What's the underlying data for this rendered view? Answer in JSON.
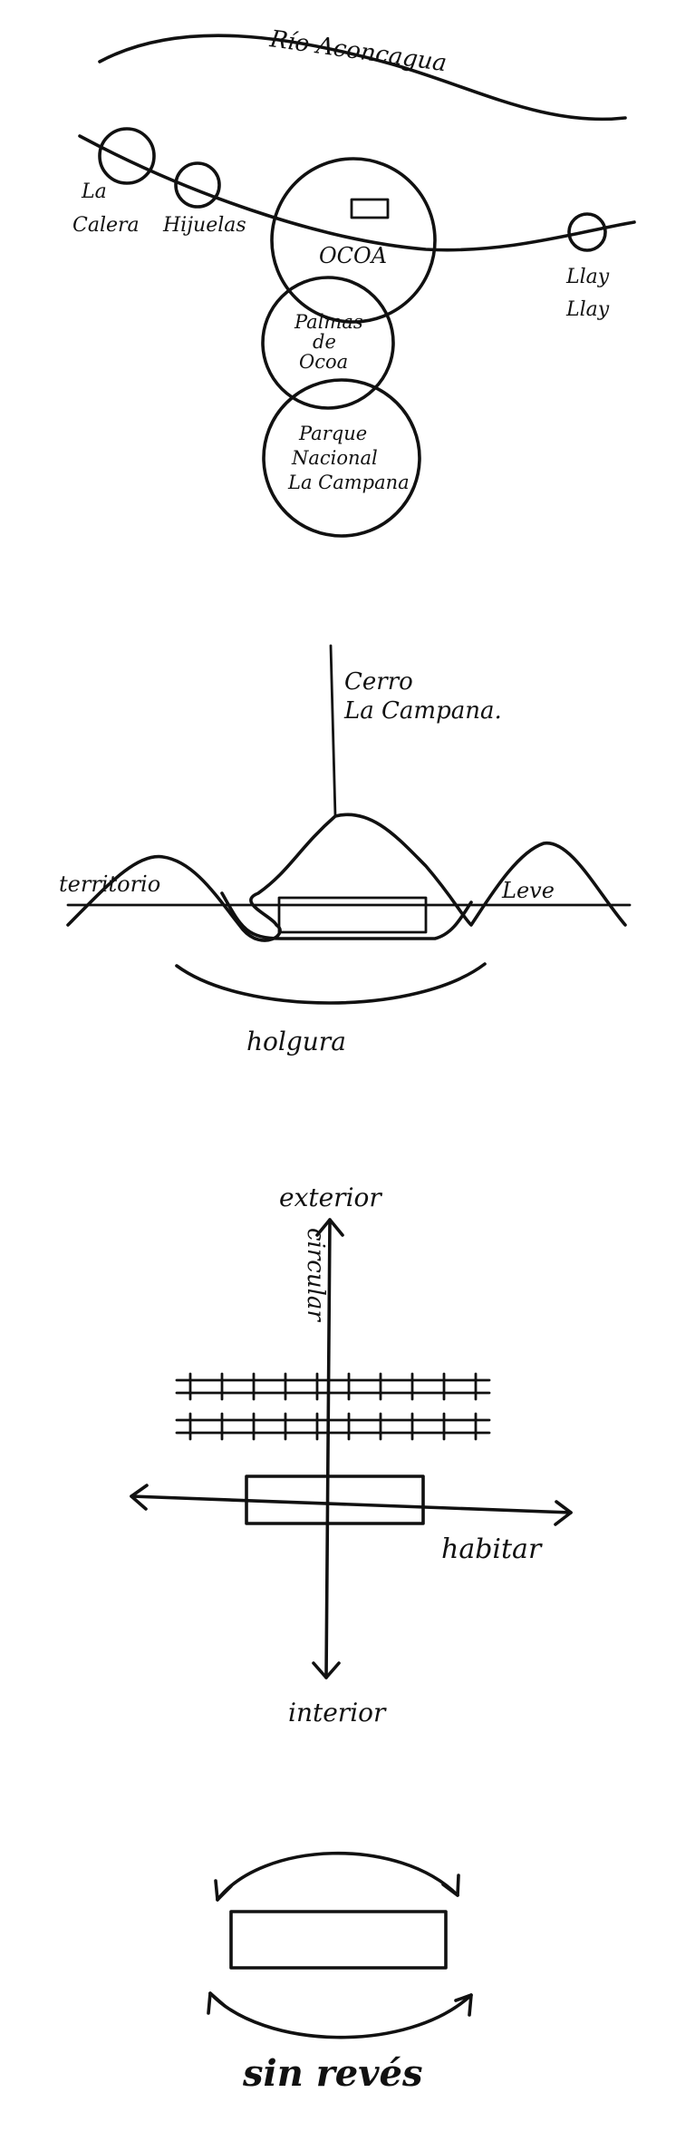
{
  "sketch1": {
    "river": "Río Aconcagua",
    "towns": [
      "La",
      "Calera",
      "Hijuelas",
      "OCOA",
      "Llay",
      "Llay"
    ],
    "palmas": [
      "Palmas",
      "de",
      "Ocoa"
    ],
    "parque": [
      "Parque",
      "Nacional",
      "La Campana"
    ]
  },
  "sketch2": {
    "cerro_line1": "Cerro",
    "cerro_line2": "La Campana.",
    "territorio": "territorio",
    "leve": "Leve",
    "holgura": "holgura"
  },
  "sketch3": {
    "exterior": "exterior",
    "circular": "circular",
    "habitar": "habitar",
    "interior": "interior"
  },
  "sketch4": {
    "caption": "sin revés"
  }
}
